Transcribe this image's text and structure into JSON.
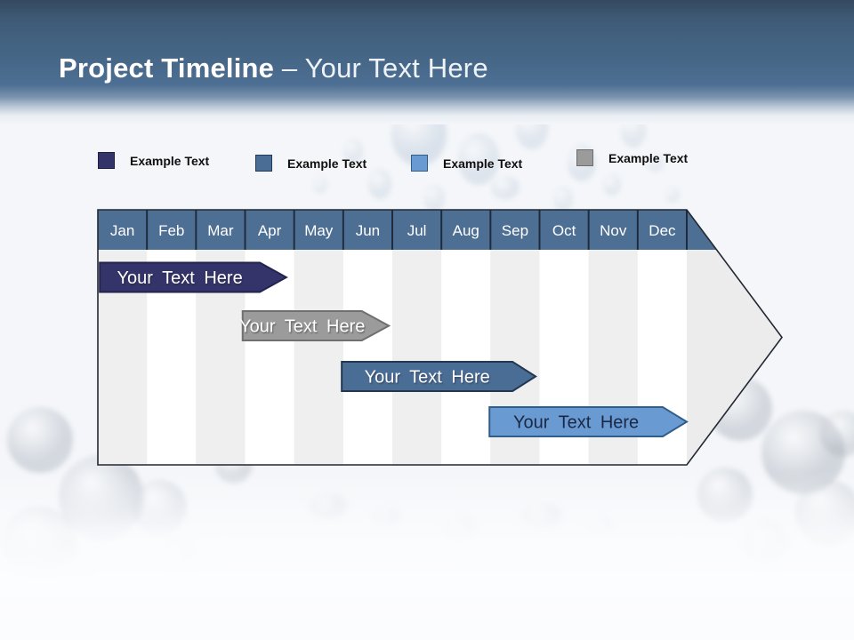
{
  "slide": {
    "title_bold": "Project Timeline ",
    "title_regular": "– Your Text Here"
  },
  "legend": {
    "items": [
      {
        "label": "Example Text",
        "color": "#34346A",
        "border": "#1F1F44"
      },
      {
        "label": "Example Text",
        "color": "#4A6D96",
        "border": "#203A5C"
      },
      {
        "label": "Example Text",
        "color": "#699BD2",
        "border": "#2F5D8C"
      },
      {
        "label": "Example Text",
        "color": "#9B9B9B",
        "border": "#6E6E6E"
      }
    ]
  },
  "chart_data": {
    "type": "timeline",
    "title": "Project Timeline",
    "months": [
      "Jan",
      "Feb",
      "Mar",
      "Apr",
      "May",
      "Jun",
      "Jul",
      "Aug",
      "Sep",
      "Oct",
      "Nov",
      "Dec"
    ],
    "header_color": "#4E6F94",
    "header_divider_color": "#1F2B3D",
    "outline_color": "#222833",
    "column_color_odd": "#EFEFEF",
    "column_color_even": "#FFFFFF",
    "arrow_body_color": "#ECECEC",
    "bars": [
      {
        "label": "Your Text Here",
        "row": 0,
        "start_month": 0.04,
        "end_month": 3.3,
        "tip_month": 3.84,
        "fill": "#34346A",
        "stroke": "#23234E",
        "text_color": "#FFFFFF"
      },
      {
        "label": "Your Text Here",
        "row": 1,
        "start_month": 2.95,
        "end_month": 5.38,
        "tip_month": 5.93,
        "fill": "#9B9B9B",
        "stroke": "#6F6F6F",
        "text_color": "#FFFFFF"
      },
      {
        "label": "Your Text Here",
        "row": 2,
        "start_month": 4.97,
        "end_month": 8.45,
        "tip_month": 8.92,
        "fill": "#4A6D96",
        "stroke": "#233850",
        "text_color": "#FFFFFF"
      },
      {
        "label": "Your Text Here",
        "row": 3,
        "start_month": 7.98,
        "end_month": 11.51,
        "tip_month": 12.0,
        "fill": "#699BD2",
        "stroke": "#2F5D8C",
        "text_color": "#1B2745"
      }
    ]
  }
}
